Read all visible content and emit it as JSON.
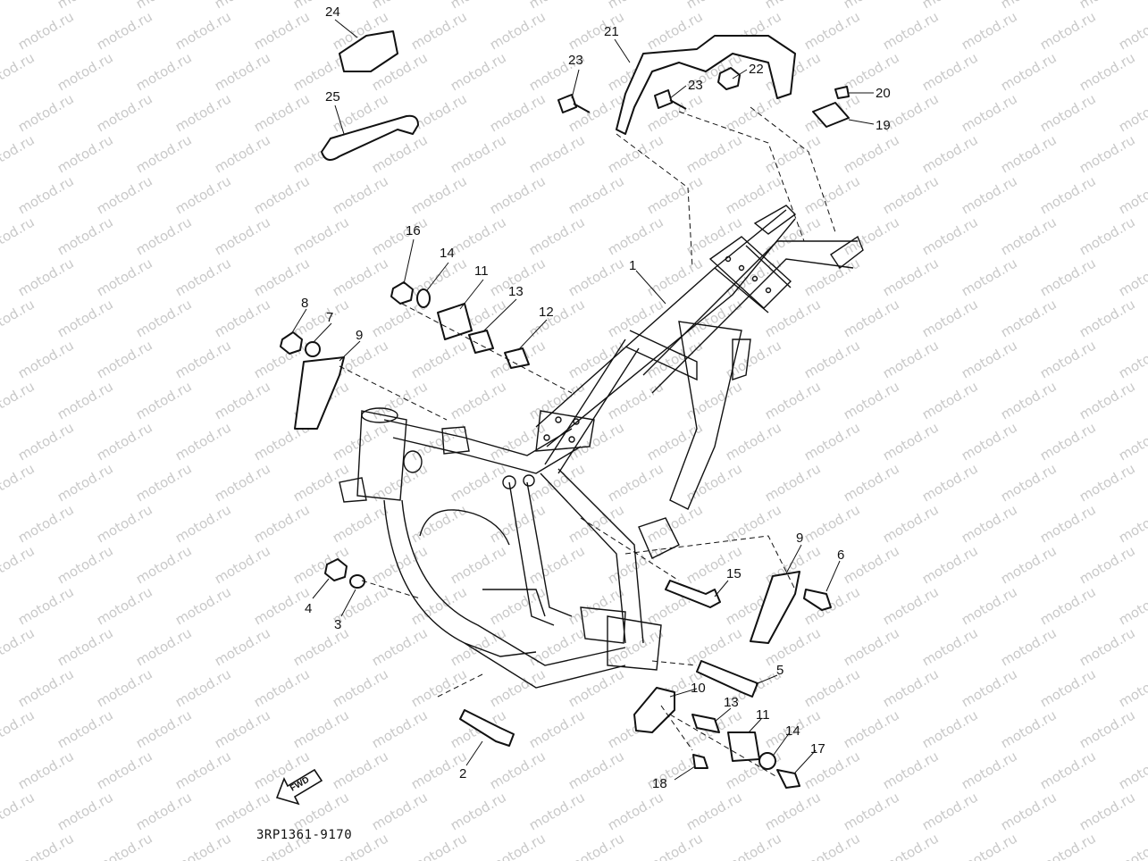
{
  "watermark": {
    "text": "motod.ru",
    "color": "#c9c9c9"
  },
  "drawing_code": "3RP1361-9170",
  "fwd_label": "FWD",
  "callouts": {
    "c1": "1",
    "c2": "2",
    "c3": "3",
    "c4": "4",
    "c5": "5",
    "c6": "6",
    "c7": "7",
    "c8": "8",
    "c9a": "9",
    "c9b": "9",
    "c10": "10",
    "c11a": "11",
    "c11b": "11",
    "c12": "12",
    "c13a": "13",
    "c13b": "13",
    "c14a": "14",
    "c14b": "14",
    "c15": "15",
    "c16": "16",
    "c17": "17",
    "c18": "18",
    "c19": "19",
    "c20": "20",
    "c21": "21",
    "c22": "22",
    "c23a": "23",
    "c23b": "23",
    "c24": "24",
    "c25": "25"
  },
  "line_color": "#111111"
}
